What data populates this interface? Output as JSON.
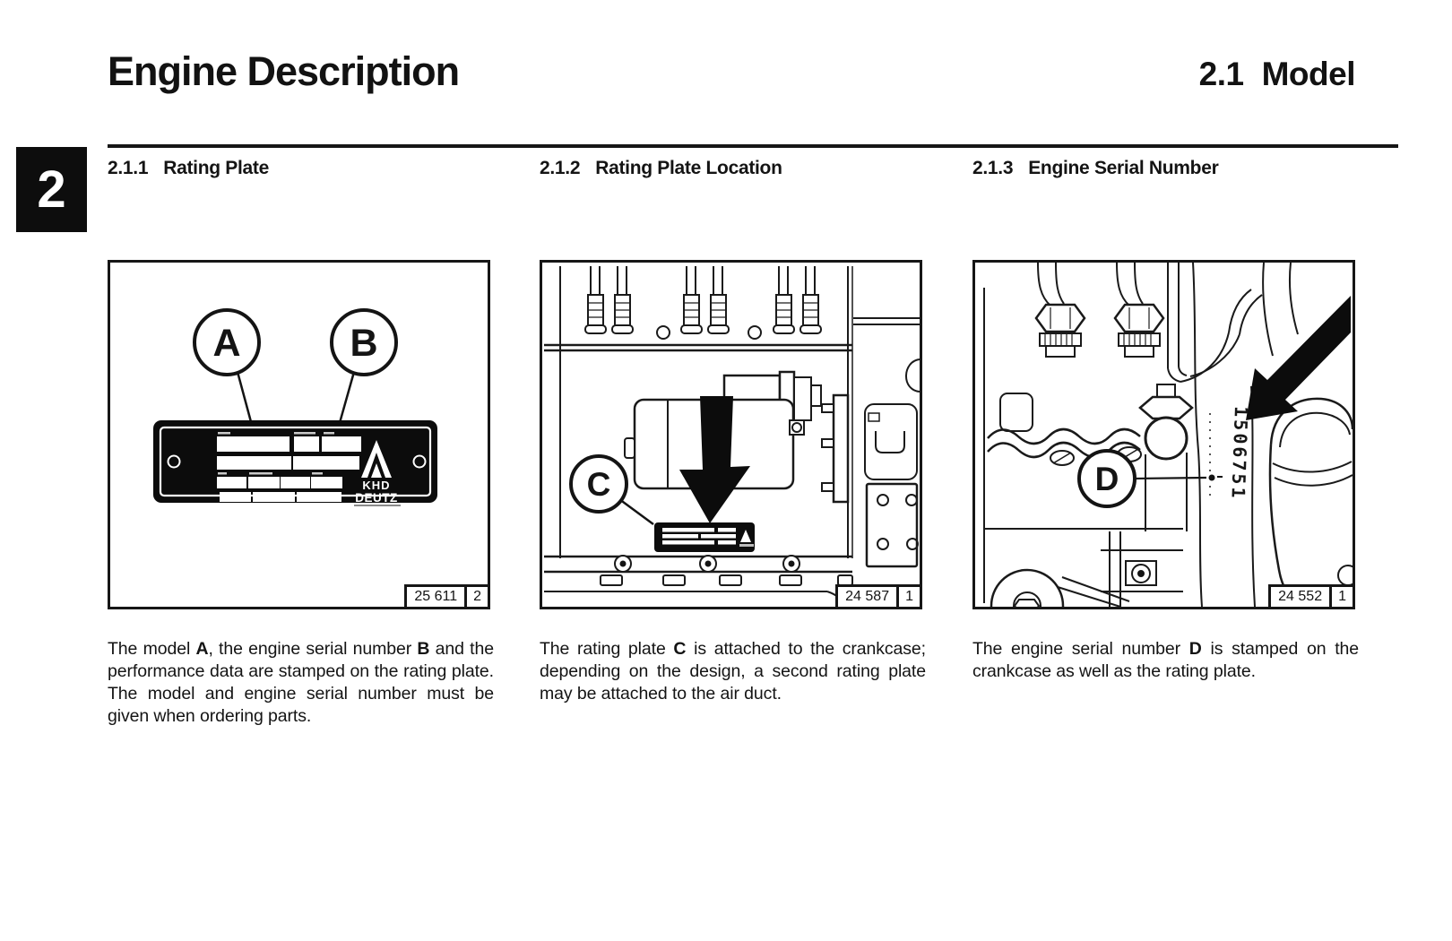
{
  "header": {
    "title": "Engine Description",
    "section_number": "2.1",
    "section_title": "Model",
    "chapter_tab": "2"
  },
  "plate": {
    "brand_line1": "KHD",
    "brand_line2": "DEUTZ"
  },
  "sections": [
    {
      "number": "2.1.1",
      "title": "Rating Plate",
      "figure": {
        "code": "25 611",
        "sheet": "2"
      },
      "callouts": [
        "A",
        "B"
      ],
      "caption": [
        {
          "t": "The model ",
          "b": false
        },
        {
          "t": "A",
          "b": true
        },
        {
          "t": ", the engine serial number ",
          "b": false
        },
        {
          "t": "B",
          "b": true
        },
        {
          "t": " and the performance data are stamped on the rating plate. The model and engine serial number must be given when ordering parts.",
          "b": false
        }
      ]
    },
    {
      "number": "2.1.2",
      "title": "Rating Plate Location",
      "figure": {
        "code": "24 587",
        "sheet": "1"
      },
      "callouts": [
        "C"
      ],
      "caption": [
        {
          "t": "The rating plate ",
          "b": false
        },
        {
          "t": "C",
          "b": true
        },
        {
          "t": " is attached to the crankcase; depending on the design, a second rating plate may be attached to the air duct.",
          "b": false
        }
      ]
    },
    {
      "number": "2.1.3",
      "title": "Engine Serial Number",
      "figure": {
        "code": "24 552",
        "sheet": "1"
      },
      "callouts": [
        "D"
      ],
      "serial_number": "1506751",
      "caption": [
        {
          "t": "The engine serial number ",
          "b": false
        },
        {
          "t": "D",
          "b": true
        },
        {
          "t": " is stamped on the crankcase as well as the rating plate.",
          "b": false
        }
      ]
    }
  ]
}
